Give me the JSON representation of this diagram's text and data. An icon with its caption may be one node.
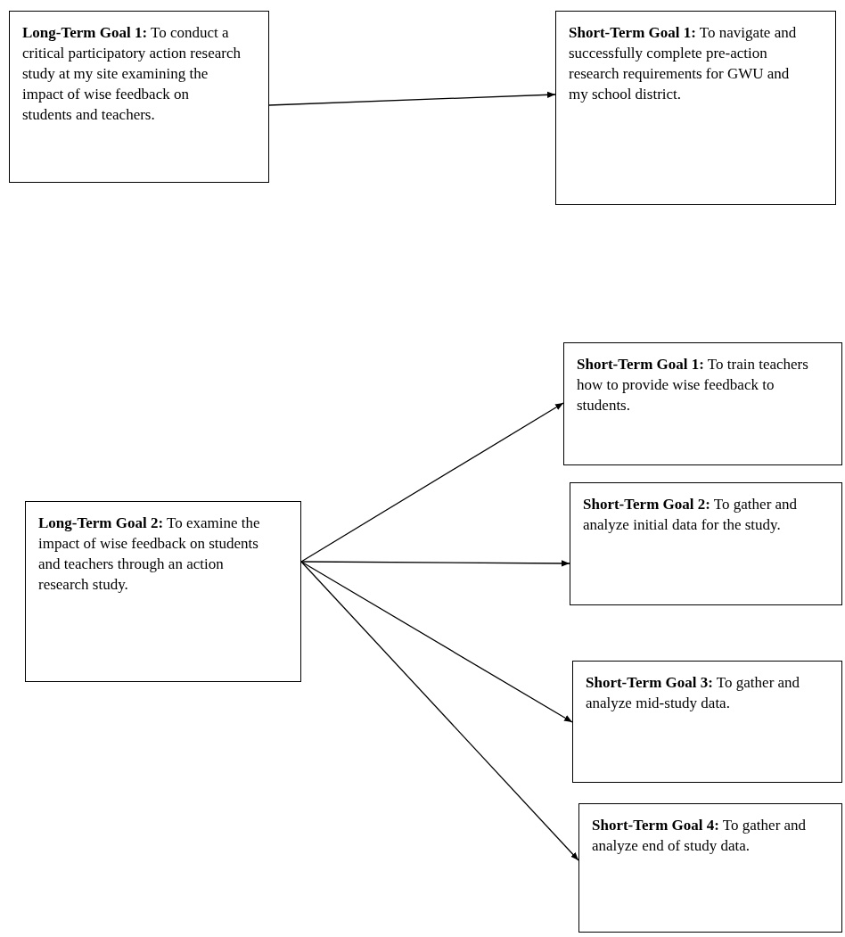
{
  "diagram": {
    "nodes": [
      {
        "text": [
          "**Long-Term Goal 1:** To conduct a critical participatory action research study at my site examining the impact of wise feedback on students and teachers."
        ]
      },
      {
        "text": [
          "**Short-Term Goal 1:** To navigate and successfully complete pre-action research requirements for GWU and my school district."
        ]
      },
      {
        "text": [
          "**Long-Term Goal 2:** To examine the impact of wise feedback on students and teachers through an action research study."
        ]
      },
      {
        "text": [
          "**Short-Term Goal 1:** To train teachers how to provide wise feedback to students."
        ]
      },
      {
        "text": [
          "**Short-Term Goal 2:** To gather and analyze initial data for the study."
        ]
      },
      {
        "text": [
          "**Short-Term Goal 3:** To gather and analyze mid-study data."
        ]
      },
      {
        "text": [
          "**Short-Term Goal 4:** To gather and analyze end of study data."
        ]
      }
    ],
    "edges": [
      {
        "from": 0,
        "to": 1,
        "arrow": "to"
      },
      {
        "from": 2,
        "to": 3,
        "arrow": "to"
      },
      {
        "from": 2,
        "to": 4,
        "arrow": "to"
      },
      {
        "from": 2,
        "to": 5,
        "arrow": "to"
      },
      {
        "from": 2,
        "to": 6,
        "arrow": "to"
      }
    ]
  }
}
